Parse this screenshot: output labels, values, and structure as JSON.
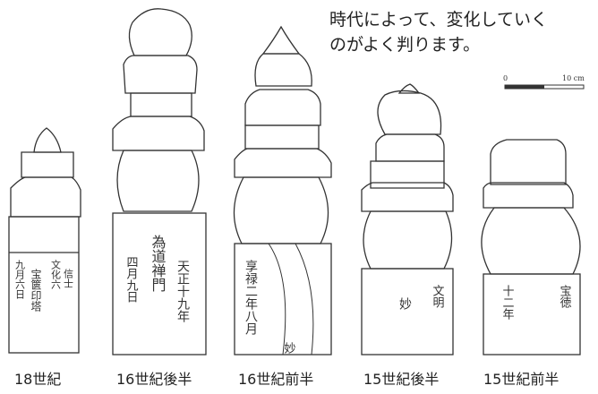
{
  "caption": {
    "line1": "時代によって、変化していく",
    "line2": "のがよく判ります。"
  },
  "scale_bar": {
    "start_label": "0",
    "end_label": "10 cm"
  },
  "labels": [
    "18世紀",
    "16世紀後半",
    "16世紀前半",
    "15世紀後半",
    "15世紀前半"
  ],
  "inscriptions": {
    "18c": [
      "宝篋印塔",
      "文化六",
      "九月六日",
      "信士"
    ],
    "16c_late": [
      "天正十九年",
      "四月九日",
      "為道禅門"
    ],
    "16c_early": [
      "享禄二年八月",
      "妙"
    ],
    "15c_late": [
      "文明",
      "妙"
    ],
    "15c_early": [
      "宝徳",
      "十二年"
    ]
  },
  "colors": {
    "ink": "#333333",
    "paper": "#ffffff"
  }
}
